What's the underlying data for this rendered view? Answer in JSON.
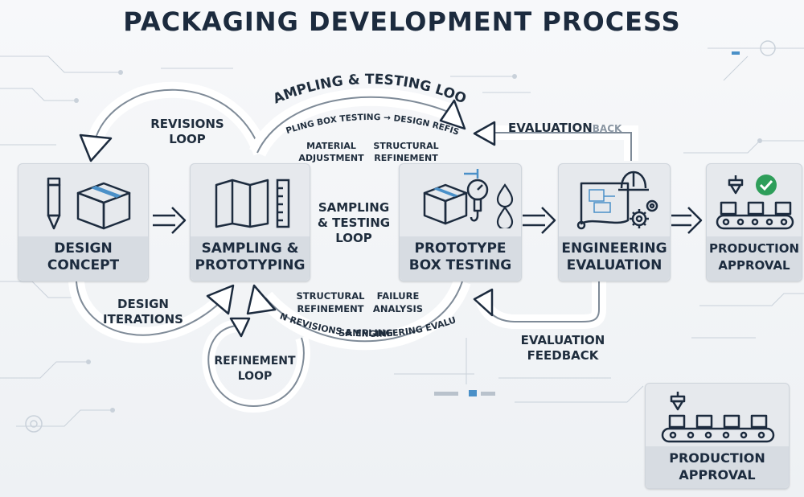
{
  "title": "PACKAGING DEVELOPMENT PROCESS",
  "stages": [
    {
      "label": "DESIGN\nCONCEPT"
    },
    {
      "label": "SAMPLING &\nPROTOTYPING"
    },
    {
      "label": "PROTOTYPE\nBOX TESTING"
    },
    {
      "label": "ENGINEERING\nEVALUATION"
    },
    {
      "label": "PRODUCTION\nAPPROVAL"
    }
  ],
  "secondary_stage": {
    "label": "PRODUCTION\nAPPROVAL"
  },
  "loops": {
    "revisions": "REVISIONS\nLOOP",
    "sampling_testing_arc": "SAMPLING & TESTING LOOP",
    "sampling_box_testing_arc": "SAMPLING BOX TESTING → DESIGN REFISING",
    "material_adjustment": "MATERIAL\nADJUSTMENT",
    "structural_refinement_top": "STRUCTURAL\nREFINEMENT",
    "sampling_testing_center": "SAMPLING\n& TESTING\nLOOP",
    "evaluation_back_main": "EVALUATION",
    "evaluation_back_suffix": "BACK",
    "design_iterations": "DESIGN\nITERATIONS",
    "refinement_loop": "REFINEMENT\nLOOP",
    "structural_refinement_bottom": "STRUCTURAL\nREFINEMENT",
    "failure_analysis": "FAILURE\nANALYSIS",
    "sampling_bottom": "SAMPLING",
    "design_revisions_arc": "DESIGN REVISIONS & ENGINEERING EVALUATION",
    "evaluation_feedback": "EVALUATION\nFEEDBACK"
  },
  "colors": {
    "dark": "#1c2b3e",
    "box": "#e6e9ed",
    "band": "#d7dce2",
    "accent_blue": "#4a90c8",
    "check_green": "#2e9e5a",
    "arrow_fill": "#ffffff"
  },
  "icons": [
    "pencil-icon",
    "box-icon",
    "folded-map-icon",
    "ruler-icon",
    "box-icon",
    "scale-icon",
    "droplets-icon",
    "blueprint-icon",
    "hard-hat-icon",
    "gears-icon",
    "dispenser-icon",
    "check-icon",
    "conveyor-icon"
  ]
}
